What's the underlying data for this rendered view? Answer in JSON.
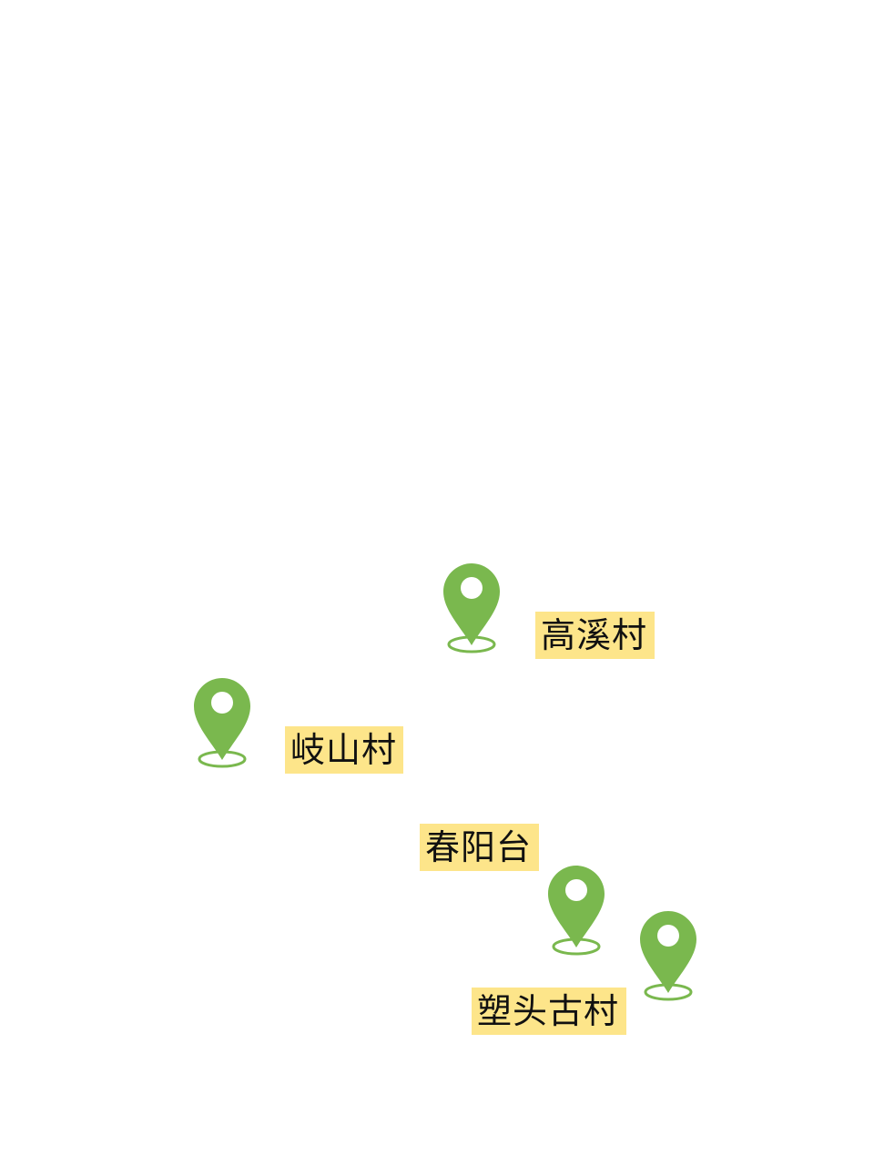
{
  "map": {
    "marker_color": "#7ab84e",
    "label_background": "#fde58a",
    "marker_icon": "map-pin-icon",
    "places": [
      {
        "id": "gaoxi",
        "label": "高溪村"
      },
      {
        "id": "qishan",
        "label": "岐山村"
      },
      {
        "id": "chunyang",
        "label": "春阳台"
      },
      {
        "id": "marker4",
        "label": ""
      },
      {
        "id": "sutou",
        "label": "塑头古村"
      }
    ]
  }
}
